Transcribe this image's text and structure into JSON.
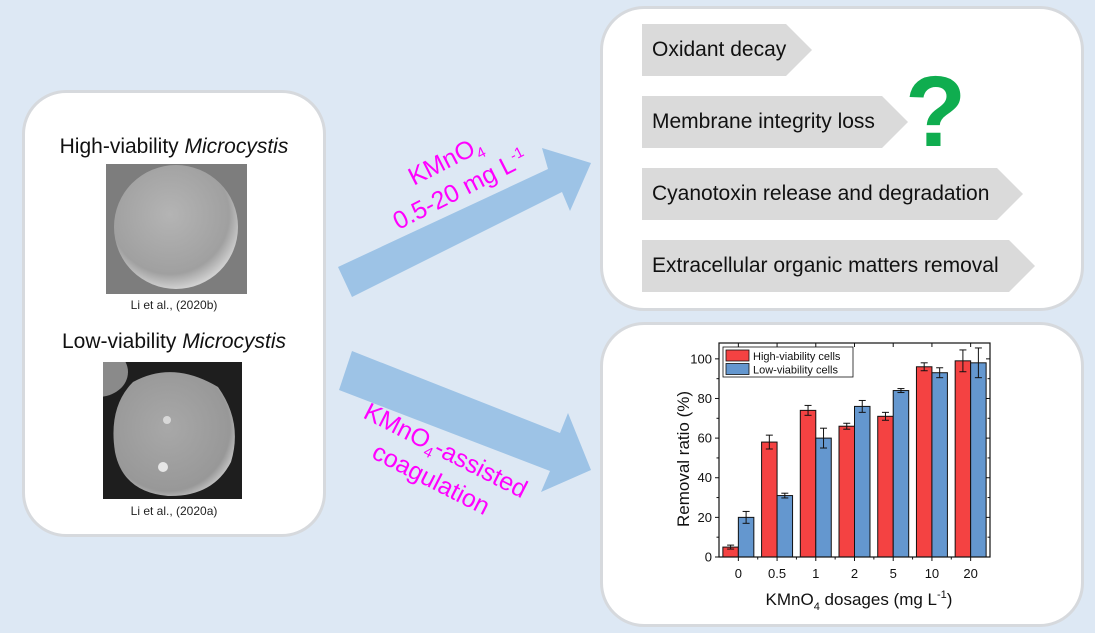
{
  "colors": {
    "background": "#dde8f4",
    "panel": "#ffffff",
    "panel_border": "#d6d9dd",
    "arrow": "#9dc3e6",
    "arrow_text": "#ff00ff",
    "tag_fill": "#dadada",
    "question_mark": "#0fad4f",
    "high_viability": "#f44242",
    "low_viability": "#6497cf"
  },
  "left_panel": {
    "high": {
      "title_prefix": "High-viability ",
      "title_italic": "Microcystis",
      "citation": "Li et al., (2020b)",
      "image": "sem-smooth-spherical-cell"
    },
    "low": {
      "title_prefix": "Low-viability ",
      "title_italic": "Microcystis",
      "citation": "Li et al., (2020a)",
      "image": "sem-wrinkled-damaged-cell"
    }
  },
  "arrows": {
    "upper": {
      "line1_main": "KMnO",
      "line1_sub": "4",
      "line2_main": "0.5-20 mg L",
      "line2_sup": "-1"
    },
    "lower": {
      "line1_main": "KMnO",
      "line1_sub": "4",
      "line1_rest": "-assisted",
      "line2": "coagulation"
    }
  },
  "top_right_panel": {
    "tags": [
      "Oxidant decay",
      "Membrane integrity loss",
      "Cyanotoxin release and degradation",
      "Extracellular organic matters removal"
    ],
    "question_mark": "?"
  },
  "chart_data": {
    "type": "bar",
    "title": "",
    "xlabel_main": "KMnO",
    "xlabel_sub": "4",
    "xlabel_rest": " dosages (mg L",
    "xlabel_sup": "-1",
    "xlabel_end": ")",
    "ylabel": "Removal ratio (%)",
    "categories": [
      "0",
      "0.5",
      "1",
      "2",
      "5",
      "10",
      "20"
    ],
    "ylim": [
      0,
      108
    ],
    "yticks": [
      0,
      20,
      40,
      60,
      80,
      100
    ],
    "grid": false,
    "legend_position": "top-left",
    "series": [
      {
        "name": "High-viability cells",
        "values": [
          5,
          58,
          74,
          66,
          71,
          96,
          99
        ],
        "errors": [
          1,
          3.5,
          2.5,
          1.5,
          2,
          2,
          5.5
        ]
      },
      {
        "name": "Low-viability cells",
        "values": [
          20,
          31,
          60,
          76,
          84,
          93,
          98
        ],
        "errors": [
          3,
          1.2,
          5,
          3,
          1,
          2.5,
          7.5
        ]
      }
    ]
  }
}
